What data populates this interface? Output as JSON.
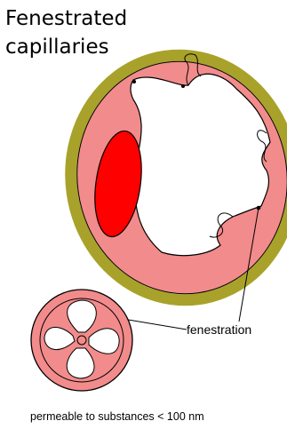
{
  "title": {
    "line1": "Fenestrated",
    "line2": "capillaries"
  },
  "labels": {
    "fenestration": "fenestration"
  },
  "caption": "permeable to substances < 100 nm",
  "colors": {
    "basement_membrane": "#a8a22a",
    "endothelium": "#f28b8b",
    "nucleus": "#ff0000",
    "lumen": "#ffffff",
    "outline": "#000000"
  }
}
